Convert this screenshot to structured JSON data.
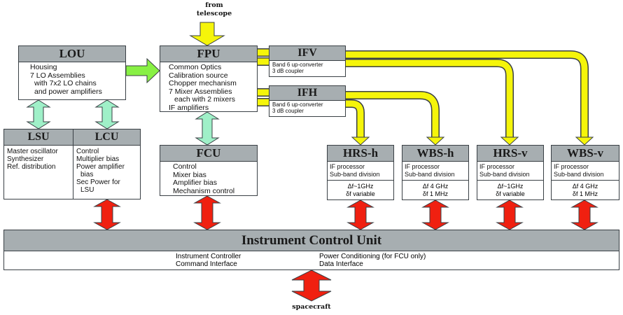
{
  "diagram": {
    "labels": {
      "from_telescope": [
        "from",
        "telescope"
      ],
      "spacecraft": "spacecraft"
    },
    "colors": {
      "yellow_arrow": "#f5f50a",
      "green_arrow": "#9ff0c8",
      "red_arrow": "#f02010",
      "header_gray": "#a7aeb1",
      "border": "#3a4045",
      "lime_arrow": "#88f044"
    },
    "lou": {
      "title": "LOU",
      "lines": [
        "Housing",
        "7 LO Assemblies",
        "with 7x2 LO chains",
        "and power amplifiers"
      ]
    },
    "fpu": {
      "title": "FPU",
      "lines": [
        "Common Optics",
        "Calibration source",
        "Chopper mechanism",
        "7 Mixer Assemblies",
        "each with 2 mixers",
        "IF amplifiers"
      ]
    },
    "ifv": {
      "title": "IFV",
      "lines": [
        "Band 6 up-converter",
        "3 dB coupler"
      ]
    },
    "ifh": {
      "title": "IFH",
      "lines": [
        "Band 6 up-converter",
        "3 dB coupler"
      ]
    },
    "lsu": {
      "title": "LSU",
      "lines": [
        "Master oscillator",
        "Synthesizer",
        "Ref. distribution"
      ]
    },
    "lcu": {
      "title": "LCU",
      "lines": [
        "Control",
        "Multiplier bias",
        "Power amplifier",
        "bias",
        "Sec Power for",
        "LSU"
      ]
    },
    "fcu": {
      "title": "FCU",
      "lines": [
        "Control",
        "Mixer bias",
        "Amplifier bias",
        "Mechanism control"
      ]
    },
    "hrs_h": {
      "title": "HRS-h",
      "lines": [
        "IF processor",
        "Sub-band division"
      ],
      "specs": [
        "Δf~1GHz",
        "δf variable"
      ]
    },
    "wbs_h": {
      "title": "WBS-h",
      "lines": [
        "IF processor",
        "Sub-band division"
      ],
      "specs": [
        "Δf 4 GHz",
        "δf 1 MHz"
      ]
    },
    "hrs_v": {
      "title": "HRS-v",
      "lines": [
        "IF processor",
        "Sub-band division"
      ],
      "specs": [
        "Δf~1GHz",
        "δf variable"
      ]
    },
    "wbs_v": {
      "title": "WBS-v",
      "lines": [
        "IF processor",
        "Sub-band division"
      ],
      "specs": [
        "Δf 4 GHz",
        "δf 1 MHz"
      ]
    },
    "icu": {
      "title": "Instrument Control Unit",
      "col1": [
        "Instrument Controller",
        "Command Interface"
      ],
      "col2": [
        "Power Conditioning (for FCU only)",
        "Data Interface"
      ]
    }
  }
}
